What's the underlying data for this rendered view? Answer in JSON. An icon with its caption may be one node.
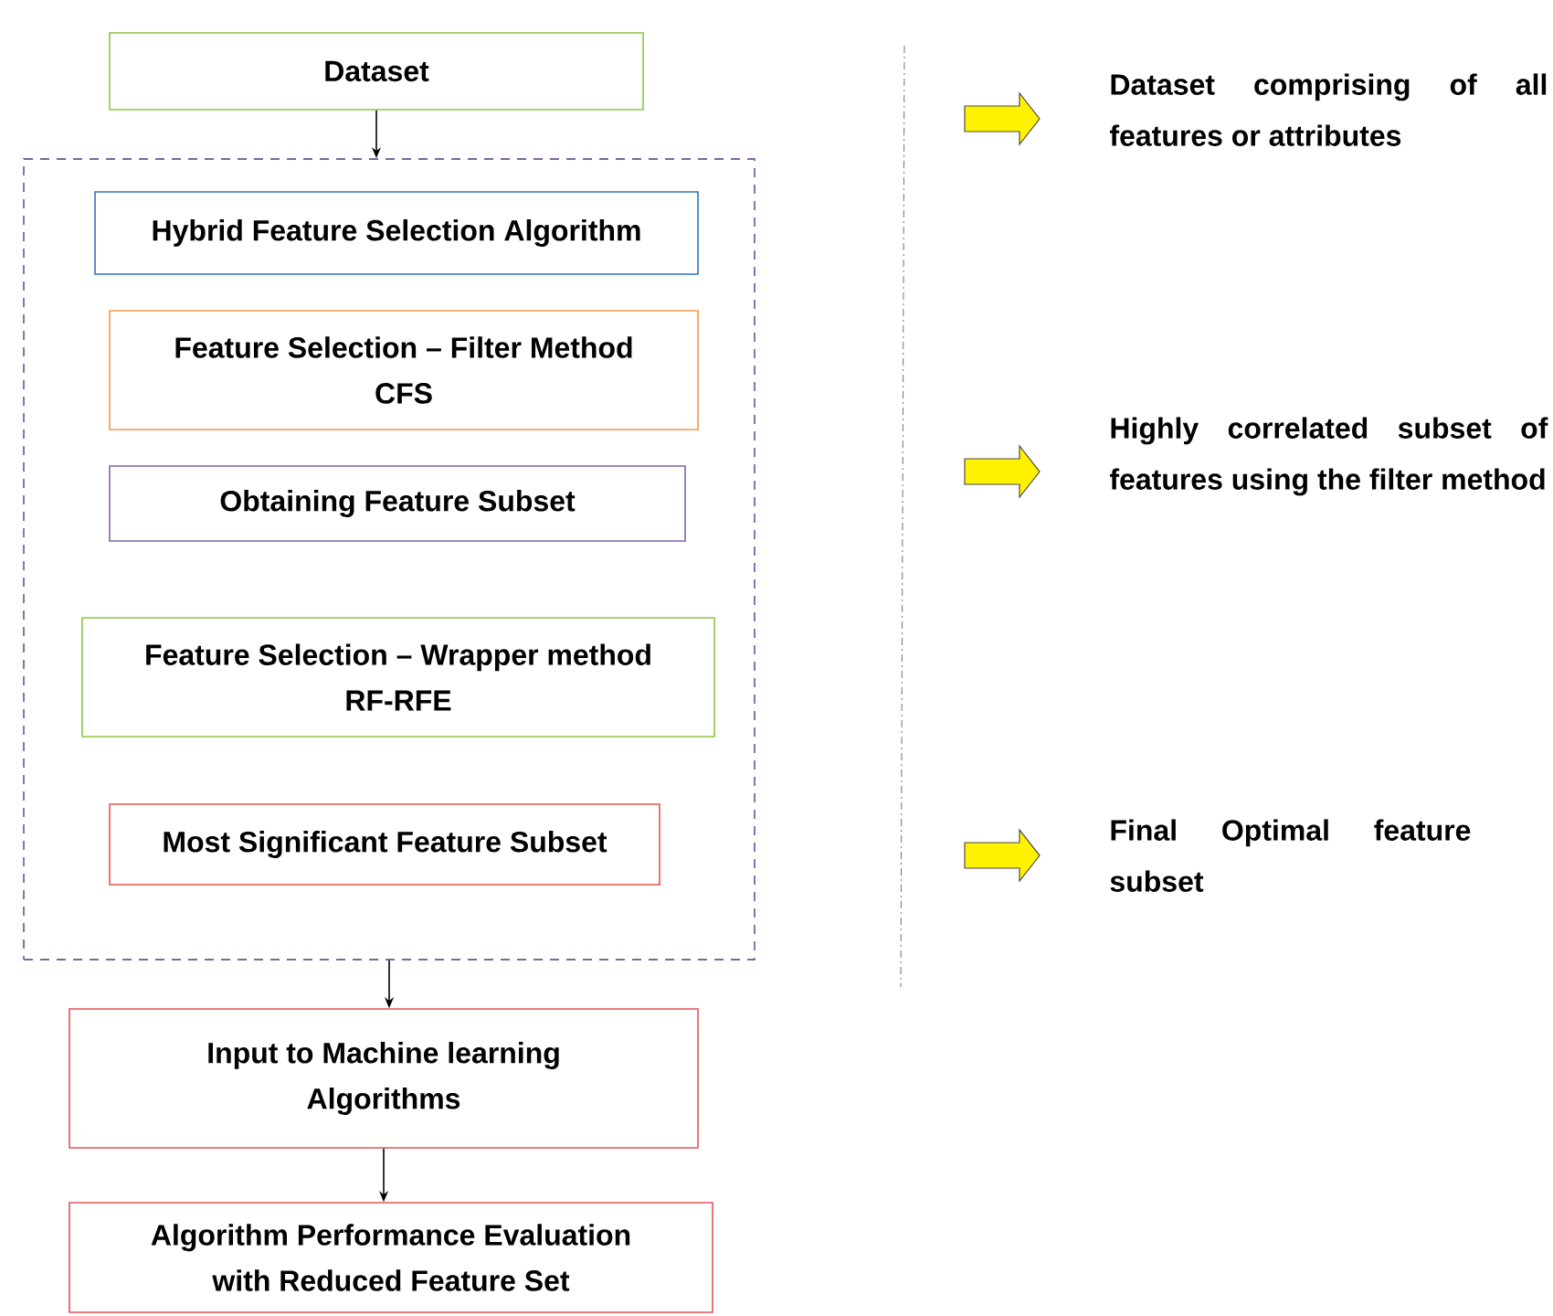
{
  "diagram": {
    "nodes": [
      {
        "text": [
          "Dataset"
        ]
      },
      {
        "text": [],
        "shape": "box"
      },
      {
        "text": [
          "Hybrid Feature Selection Algorithm"
        ],
        "in": 1
      },
      {
        "text": [
          "Feature Selection – Filter Method CFS"
        ],
        "in": 1
      },
      {
        "text": [
          "Obtaining Feature Subset"
        ],
        "in": 1
      },
      {
        "text": [
          "Feature Selection – Wrapper method RF-RFE"
        ],
        "in": 1
      },
      {
        "text": [
          "Most Significant Feature Subset"
        ],
        "in": 1
      },
      {
        "text": [
          "Input to Machine learning Algorithms"
        ]
      },
      {
        "text": [
          "Algorithm Performance Evaluation with Reduced Feature Set"
        ]
      }
    ],
    "edges": [
      {
        "from": 0,
        "to": 1,
        "arrow": "to"
      },
      {
        "from": 1,
        "to": 7,
        "arrow": "to"
      },
      {
        "from": 7,
        "to": 8,
        "arrow": "to"
      }
    ],
    "labels": [
      "Dataset comprising of all features or attributes",
      "Highly correlated subset of features using the filter method",
      "Final Optimal feature subset"
    ]
  }
}
